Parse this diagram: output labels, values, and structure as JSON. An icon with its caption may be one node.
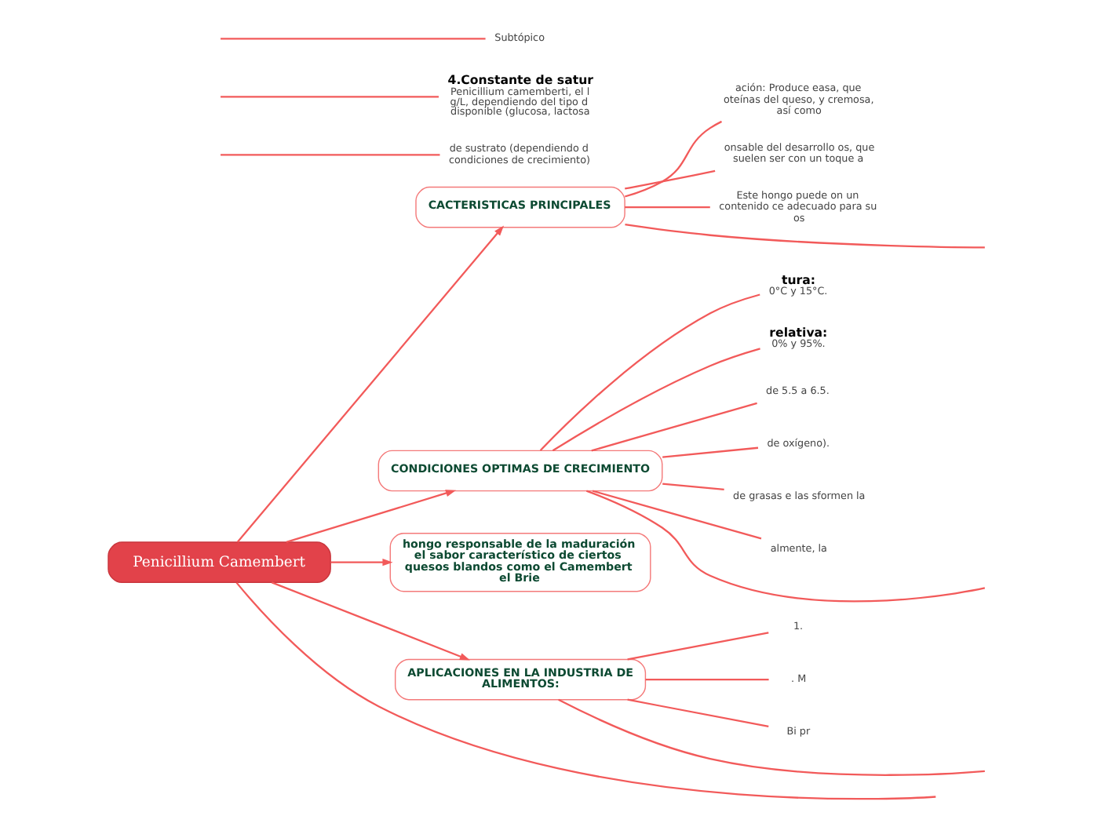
{
  "diagram": {
    "nodes": [
      {
        "text": [
          "Penicillium Camembert"
        ]
      },
      {
        "text": [
          "CACTERISTICAS PRINCIPALES"
        ]
      },
      {
        "text": [
          "CONDICIONES OPTIMAS DE CRECIMIENTO"
        ]
      },
      {
        "text": [
          "hongo responsable de la maduración el sabor característico de ciertos quesos blandos como el Camembert el Brie"
        ]
      },
      {
        "text": [
          "APLICACIONES EN LA INDUSTRIA DE ALIMENTOS:"
        ]
      },
      {
        "text": [
          "ación: Produce easa, que oteínas del queso, y cremosa, así como"
        ]
      },
      {
        "text": [
          "onsable del desarrollo os, que suelen ser con un toque a"
        ]
      },
      {
        "text": [
          "Este hongo puede on un contenido ce adecuado para su os"
        ]
      },
      {
        "text": [
          "tura:",
          "0°C y 15°C."
        ]
      },
      {
        "text": [
          "relativa:",
          "0% y 95%."
        ]
      },
      {
        "text": [
          "de 5.5 a 6.5."
        ]
      },
      {
        "text": [
          "de oxígeno)."
        ]
      },
      {
        "text": [
          "de grasas e las sformen la"
        ]
      },
      {
        "text": [
          "almente, la"
        ]
      },
      {
        "text": [
          "1."
        ]
      },
      {
        "text": [
          ". M"
        ]
      },
      {
        "text": [
          "Bi pr"
        ]
      },
      {
        "text": [
          "de sustrato (dependiendo d condiciones de crecimiento)"
        ]
      },
      {
        "text": [
          "4.Constante de satur",
          "Penicillium camemberti, el l g/L, dependiendo del tipo d disponible (glucosa, lactosa"
        ]
      },
      {
        "text": [
          "Subtópico"
        ]
      }
    ],
    "edges": [
      {
        "from": 0,
        "to": 1,
        "arrow": "to"
      },
      {
        "from": 0,
        "to": 2,
        "arrow": "to"
      },
      {
        "from": 0,
        "to": 3,
        "arrow": "to"
      },
      {
        "from": 0,
        "to": 4,
        "arrow": "to"
      },
      {
        "from": 0,
        "to": null,
        "arrow": "none"
      },
      {
        "from": 1,
        "to": 5,
        "arrow": "none"
      },
      {
        "from": 1,
        "to": 6,
        "arrow": "none"
      },
      {
        "from": 1,
        "to": 7,
        "arrow": "none"
      },
      {
        "from": 1,
        "to": null,
        "arrow": "none"
      },
      {
        "from": 2,
        "to": 8,
        "arrow": "none"
      },
      {
        "from": 2,
        "to": 9,
        "arrow": "none"
      },
      {
        "from": 2,
        "to": 10,
        "arrow": "none"
      },
      {
        "from": 2,
        "to": 11,
        "arrow": "none"
      },
      {
        "from": 2,
        "to": 12,
        "arrow": "none"
      },
      {
        "from": 2,
        "to": 13,
        "arrow": "none"
      },
      {
        "from": 2,
        "to": null,
        "arrow": "none"
      },
      {
        "from": 4,
        "to": 14,
        "arrow": "none"
      },
      {
        "from": 4,
        "to": 15,
        "arrow": "none"
      },
      {
        "from": 4,
        "to": 16,
        "arrow": "none"
      },
      {
        "from": 4,
        "to": null,
        "arrow": "none"
      },
      {
        "from": null,
        "to": 17,
        "arrow": "none"
      },
      {
        "from": null,
        "to": 18,
        "arrow": "none"
      },
      {
        "from": null,
        "to": 19,
        "arrow": "none"
      }
    ]
  }
}
